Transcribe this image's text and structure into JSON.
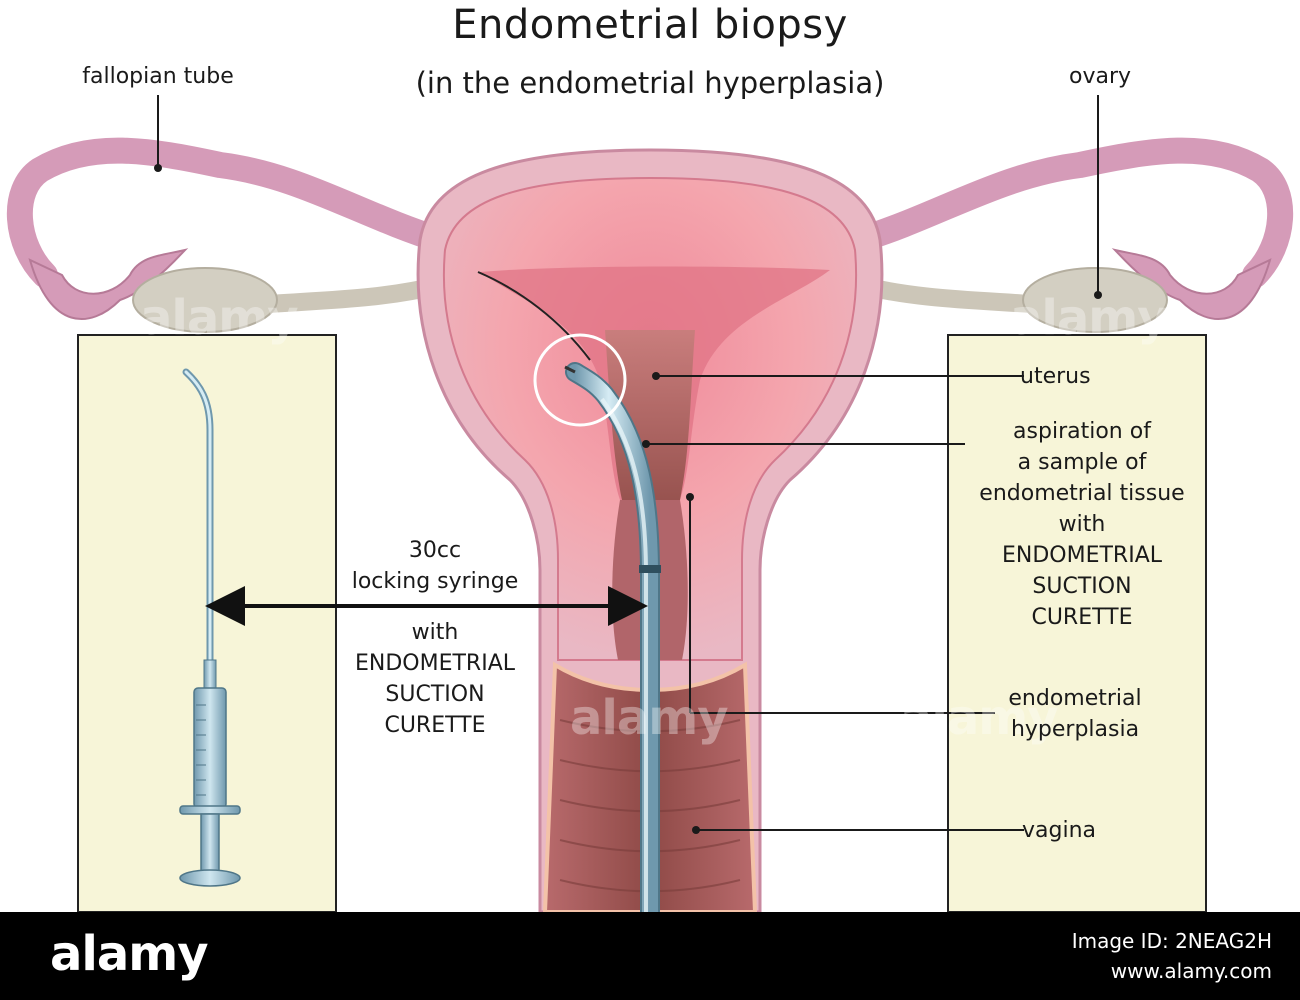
{
  "title": "Endometrial biopsy",
  "subtitle": "(in the endometrial hyperplasia)",
  "labels": {
    "fallopian_tube": "fallopian tube",
    "ovary": "ovary",
    "uterus": "uterus",
    "aspiration": [
      "aspiration of",
      "a sample of",
      "endometrial tissue",
      "with",
      "ENDOMETRIAL",
      "SUCTION",
      "CURETTE"
    ],
    "syringe_top": [
      "30cc",
      "locking syringe"
    ],
    "syringe_bottom": [
      "with",
      "ENDOMETRIAL",
      "SUCTION",
      "CURETTE"
    ],
    "endometrial_hyperplasia": [
      "endometrial",
      "hyperplasia"
    ],
    "vagina": "vagina"
  },
  "footer": {
    "logo": "alamy",
    "image_id": "Image ID: 2NEAG2H",
    "site": "www.alamy.com"
  },
  "watermark": "alamy",
  "colors": {
    "panel_fill": "#f7f5d8",
    "tube_pink": "#d59bb8",
    "tissue_red": "#e8607a",
    "cavity_brown": "#9c5f52",
    "instrument_blue": "#8fb8c9",
    "ovary_gray": "#d3cfc2",
    "footer_bg": "#000000"
  }
}
